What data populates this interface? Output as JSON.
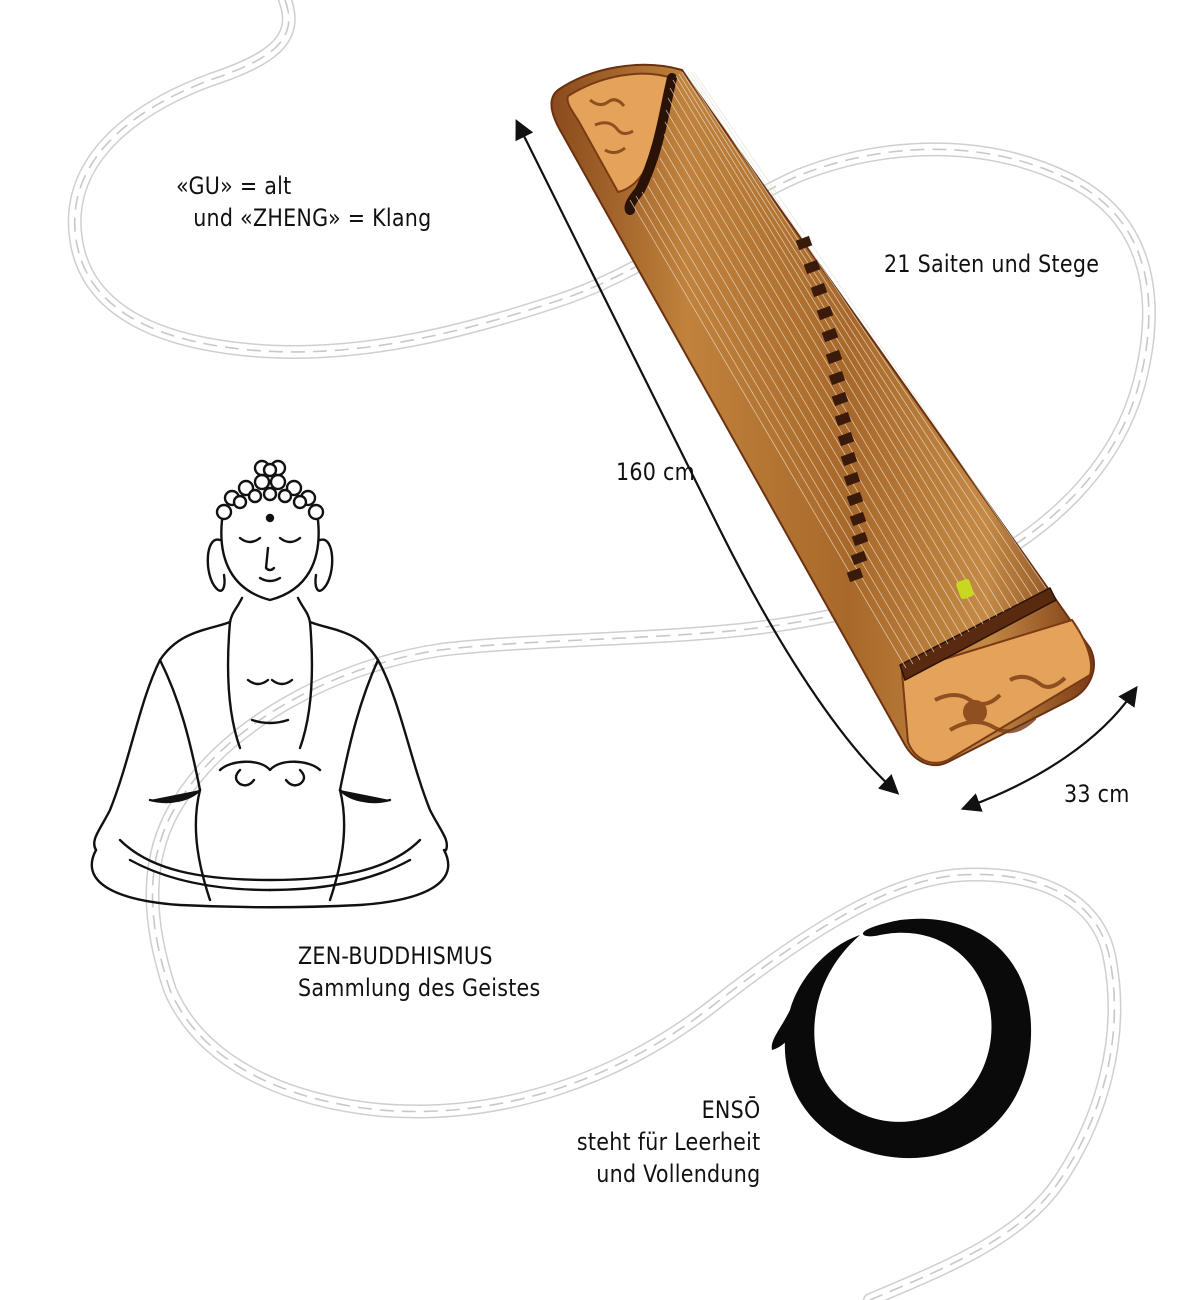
{
  "labels": {
    "gu_line1": "«GU» = alt",
    "gu_line2": "und «ZHENG» = Klang",
    "strings": "21 Saiten und Stege",
    "length": "160 cm",
    "width": "33 cm",
    "zen_title": "ZEN-BUDDHISMUS",
    "zen_subtitle": "Sammlung des Geistes",
    "enso_title": "ENSŌ",
    "enso_line1": "steht für Leerheit",
    "enso_line2": "und Vollendung"
  },
  "colors": {
    "background": "#ffffff",
    "ink": "#111111",
    "path": "#c8c8c8",
    "wood": "#b87733",
    "wood_dark": "#7a3b14",
    "carving": "#e4a25a"
  },
  "icons": [
    "guzheng-illustration",
    "buddha-drawing",
    "enso-circle",
    "dimension-arrow"
  ]
}
